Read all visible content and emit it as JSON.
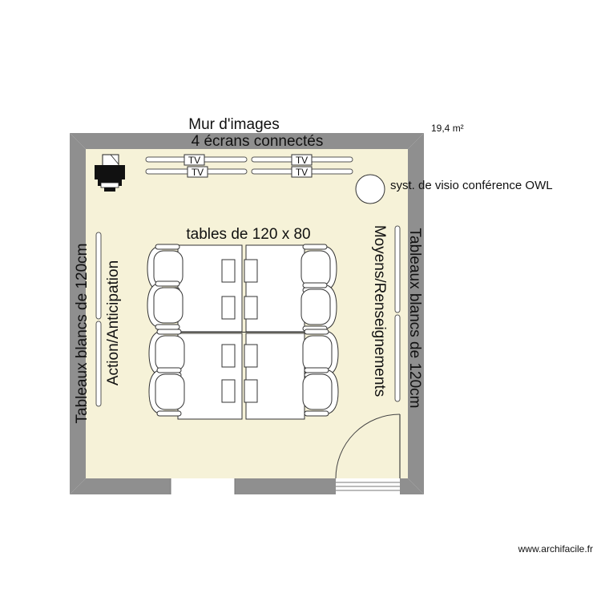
{
  "plan": {
    "area": "19,4 m²",
    "top_wall_title": "Mur d'images",
    "top_wall_subtitle": "4 écrans connectés",
    "tv_label": "TV",
    "owl_label": "syst. de visio conférence OWL",
    "tables_label": "tables de 120 x 80",
    "left_wall_label": "Tableaux blancs de 120cm",
    "left_inner_label": "Action/Anticipation",
    "right_inner_label": "Moyens/Renseignements",
    "right_wall_label": "Tableaux blancs de 120cm",
    "watermark": "www.archifacile.fr"
  },
  "colors": {
    "wall": "#8f8f8f",
    "floor": "#f6f2d8",
    "line": "#333333"
  },
  "icons": [
    "printer-icon",
    "tv-icon",
    "owl-camera-icon",
    "chair-icon",
    "door-icon",
    "window-icon"
  ]
}
